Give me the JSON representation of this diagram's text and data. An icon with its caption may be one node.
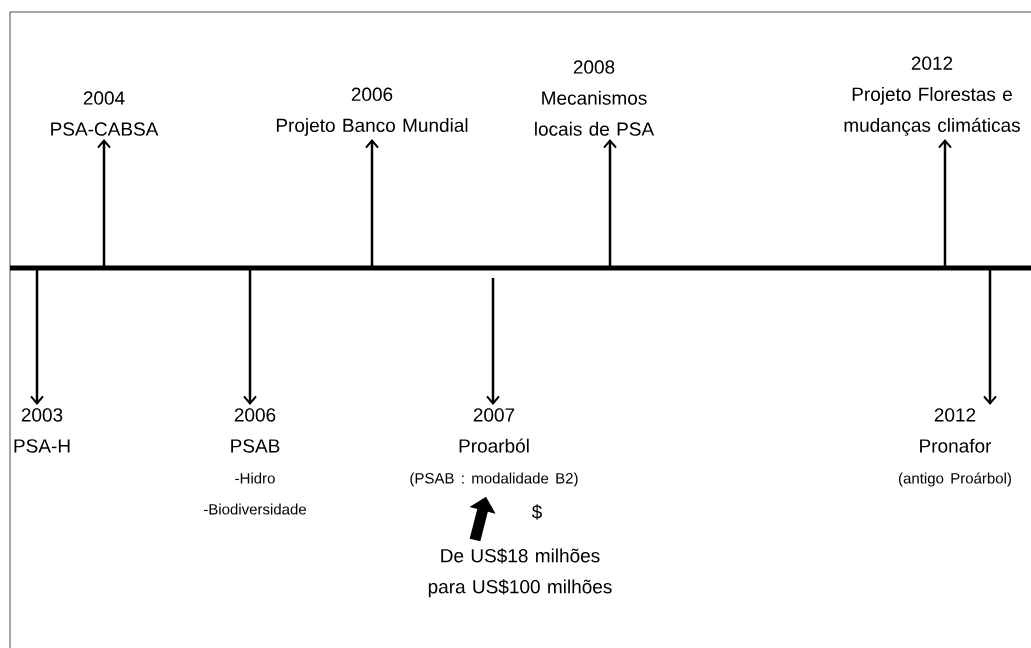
{
  "diagram": {
    "nodes": [
      {
        "text": [
          "2004",
          "PSA-CABSA"
        ]
      },
      {
        "text": [
          "2006",
          "Projeto Banco Mundial"
        ]
      },
      {
        "text": [
          "2008",
          "Mecanismos locais de PSA"
        ]
      },
      {
        "text": [
          "2012",
          "Projeto Florestas e mudanças climáticas"
        ]
      },
      {
        "text": [
          "2003",
          "PSA-H"
        ]
      },
      {
        "text": [
          "2006",
          "PSAB",
          "-Hidro",
          "-Biodiversidade"
        ]
      },
      {
        "text": [
          "2007",
          "Proarból",
          "(PSAB : modalidade B2)"
        ]
      },
      {
        "text": [
          "2012",
          "Pronafor",
          "(antigo Proárbol)"
        ]
      },
      {
        "text": [
          "De US$18 milhões para US$100 milhões"
        ]
      }
    ],
    "edges": [
      {
        "from": null,
        "to": 0,
        "arrow": "to"
      },
      {
        "from": null,
        "to": 1,
        "arrow": "to"
      },
      {
        "from": null,
        "to": 2,
        "arrow": "to"
      },
      {
        "from": null,
        "to": 3,
        "arrow": "to"
      },
      {
        "from": null,
        "to": 4,
        "arrow": "to"
      },
      {
        "from": null,
        "to": 5,
        "arrow": "to"
      },
      {
        "from": null,
        "to": 6,
        "arrow": "to"
      },
      {
        "from": null,
        "to": 7,
        "arrow": "to"
      },
      {
        "from": 8,
        "to": 6,
        "arrow": "to",
        "style": "thick"
      }
    ],
    "labels": [
      "$"
    ]
  }
}
